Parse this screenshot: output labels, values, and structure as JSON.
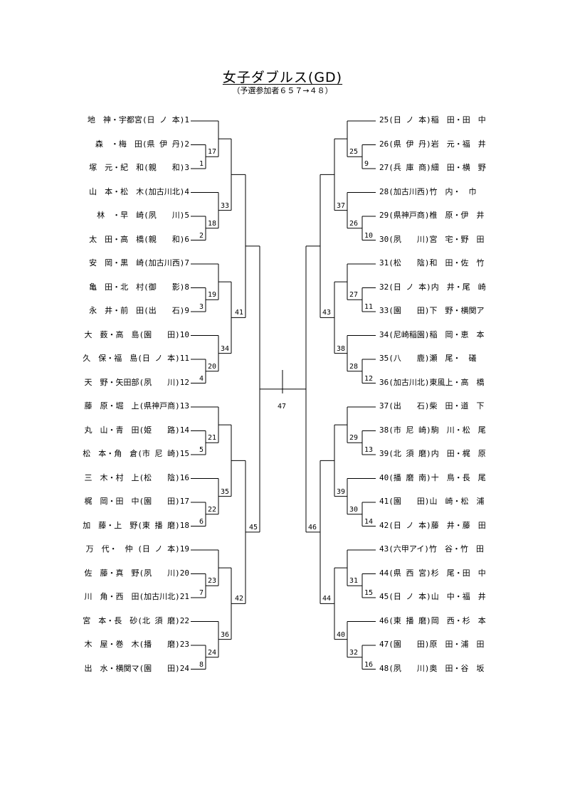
{
  "title": "女子ダブルス(GD)",
  "subtitle": "（予選参加者６５７→４８）",
  "left_entries": [
    "地　神・宇都宮(日 ノ 本)1",
    "森　・梅　田(県 伊 丹)2",
    "塚　元・紀　和(親　　和)3",
    "山　本・松　木(加古川北)4",
    "林　・早　崎(夙　　川)5",
    "太　田・高　橋(親　　和)6",
    "安　岡・黒　崎(加古川西)7",
    "亀　田・北　村(御　　影)8",
    "永　井・前　田(出　　石)9",
    "大　薮・高　島(園　　田)10",
    "久　保・福　島(日 ノ 本)11",
    "天　野・矢田部(夙　　川)12",
    "藤　原・堀　上(県神戸商)13",
    "丸　山・青　田(姫　　路)14",
    "松　本・角　倉(市 尼 崎)15",
    "三　木・村　上(松　　陰)16",
    "梶　岡・田　中(園　　田)17",
    "加　藤・上　野(東 播 磨)18",
    "万　代・　仲 (日 ノ 本)19",
    "佐　藤・真　野(夙　　川)20",
    "川　角・西　田(加古川北)21",
    "宮　本・長　砂(北 須 磨)22",
    "木　屋・巻　木(播　　磨)23",
    "出　水・横関マ(園　　田)24"
  ],
  "right_entries": [
    "25(日 ノ 本)稲　田・田　中",
    "26(県 伊 丹)岩　元・福　井",
    "27(兵 庫 商)細　田・横　野",
    "28(加古川西)竹　内・　巾",
    "29(県神戸商)椎　原・伊　井",
    "30(夙　　川)宮　宅・野　田",
    "31(松　　陰)和　田・佐　竹",
    "32(日 ノ 本)内　井・尾　崎",
    "33(園　　田)下　野・横関ア",
    "34(尼崎稲園)稲　岡・恵　本",
    "35(八　　鹿)瀬　尾・　礒",
    "36(加古川北)東風上・高　橋",
    "37(出　　石)柴　田・道　下",
    "38(市 尼 崎)駒　川・松　尾",
    "39(北 須 磨)内　田・梶　原",
    "40(播 磨 南)十　鳥・長　尾",
    "41(園　　田)山　崎・松　浦",
    "42(日 ノ 本)藤　井・藤　田",
    "43(六甲アイ)竹　谷・竹　田",
    "44(県 西 宮)杉　尾・田　中",
    "45(日 ノ 本)山　中・福　井",
    "46(東 播 磨)岡　西・杉　本",
    "47(園　　田)原　田・浦　田",
    "48(夙　　川)奥　田・谷　坂"
  ],
  "match_numbers": {
    "left_r1": [
      "1",
      "2",
      "3",
      "4",
      "5",
      "6",
      "7",
      "8"
    ],
    "left_r2": [
      "17",
      "18",
      "19",
      "20",
      "21",
      "22",
      "23",
      "24"
    ],
    "left_r3": [
      "33",
      "34",
      "35",
      "36"
    ],
    "left_r4": [
      "41",
      "42"
    ],
    "left_r5": "45",
    "right_r1": [
      "9",
      "10",
      "11",
      "12",
      "13",
      "14",
      "15",
      "16"
    ],
    "right_r2": [
      "25",
      "26",
      "27",
      "28",
      "29",
      "30",
      "31",
      "32"
    ],
    "right_r3": [
      "37",
      "38",
      "39",
      "40"
    ],
    "right_r4": [
      "43",
      "44"
    ],
    "right_r5": "46",
    "final": "47"
  }
}
